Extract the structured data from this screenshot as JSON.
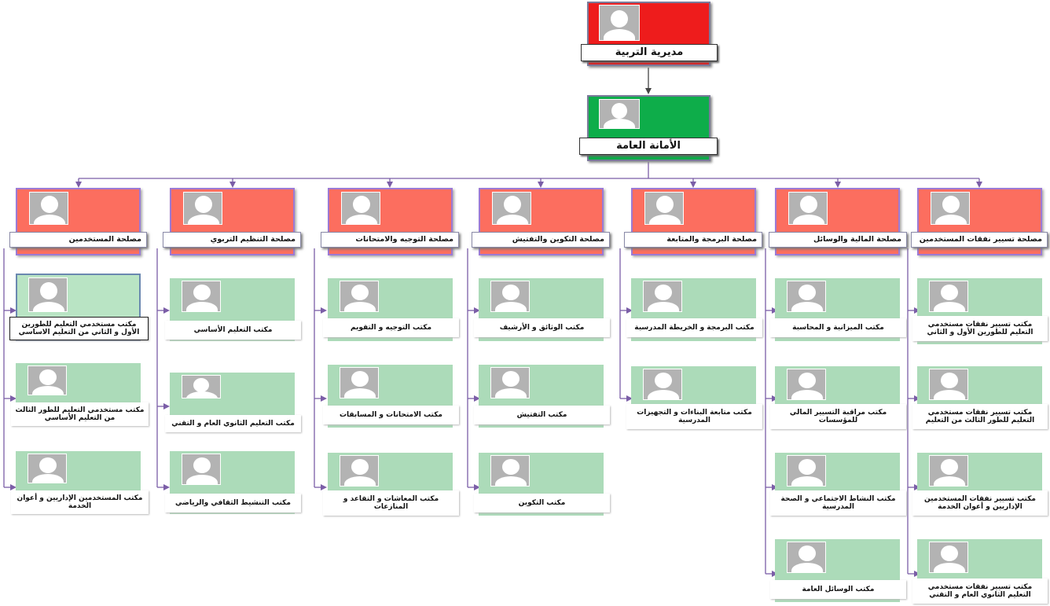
{
  "top": {
    "title": "مديرية التربية"
  },
  "secretariat": {
    "title": "الأمانة العامة"
  },
  "services": [
    {
      "title": "مصلحة  المستخدمين",
      "offices": [
        "مكتب مستخدمي التعليم للطورين الأول و الثاني من التعليم الاساسي",
        "مكتب مستخدمي التعليم للطور الثالث من التعليم الأساسي",
        "مكتب المستخدمين الإداريين و أعوان الخدمة"
      ]
    },
    {
      "title": "مصلحة التنظيم التربوي",
      "offices": [
        "مكتب التعليم الأساسي",
        "مكتب التعليم الثانوي العام و التقني",
        "مكتب التنشيط الثقافي والرياضي"
      ]
    },
    {
      "title": "مصلحة التوجيه والامتحانات",
      "offices": [
        "مكتب التوجيه و التقويم",
        "مكتب الامتحانات و المسابقات",
        "مكتب المعاشات و التقاعد و المنازعات"
      ]
    },
    {
      "title": "مصلحة التكوين والتفتيش",
      "offices": [
        "مكتب الوثائق و الأرشيف",
        "مكتب التفتيش",
        "مكتب التكوين"
      ]
    },
    {
      "title": "مصلحة البرمجة والمتابعة",
      "offices": [
        "مكتب البرمجة و الخريطة المدرسية",
        "مكتب متابعة البناءات و التجهيزات المدرسية"
      ]
    },
    {
      "title": "مصلحة المالية والوسائل",
      "offices": [
        "مكتب الميزانية و المحاسبة",
        "مكتب مراقبة التسيير المالي للمؤسسات",
        "مكتب النشاط الاجتماعي و الصحة المدرسية",
        "مكتب الوسائل العامة"
      ]
    },
    {
      "title": "مصلحة تسيير نفقات المستخدمين",
      "offices": [
        "مكتب تسيير نفقات مستخدمي التعليم للطورين الأول و الثاني",
        "مكتب تسيير نفقات مستخدمي التعليم للطور الثالث من التعليم",
        "مكتب تسيير نفقات المستخدمين الإداريين و أعوان الخدمة",
        "مكتب تسيير نفقات مستخدمي التعليم الثانوي العام و التقني"
      ]
    }
  ],
  "icons": {
    "photo_placeholder": "person-placeholder-icon"
  },
  "colors": {
    "top": "#ee1c1c",
    "secretariat": "#0ead4a",
    "service": "#fc6e5f",
    "office": "#acdbb9",
    "connector": "#7b5ea7"
  }
}
